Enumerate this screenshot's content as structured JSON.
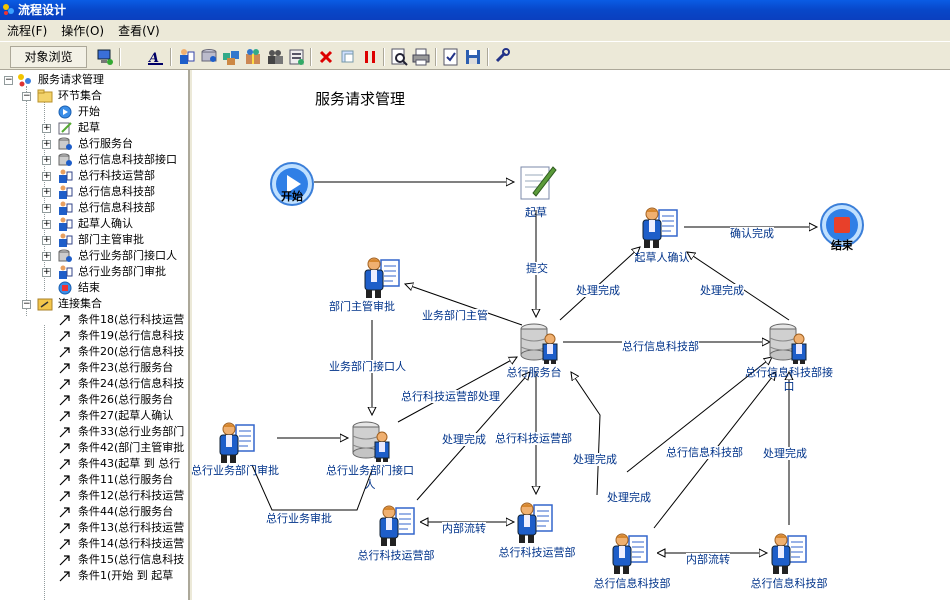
{
  "window": {
    "title": "流程设计"
  },
  "menu": [
    {
      "label": "流程(F)"
    },
    {
      "label": "操作(O)"
    },
    {
      "label": "查看(V)"
    }
  ],
  "toolbar": {
    "browse_label": "对象浏览",
    "buttons": [
      "user-icon",
      "users-icon",
      "group-icon",
      "gift-icon",
      "people-icon",
      "list-icon",
      "delete-icon",
      "copy-icon",
      "pause-icon",
      "preview-icon",
      "print-icon",
      "properties-icon",
      "save-icon",
      "tool-icon"
    ]
  },
  "tree": {
    "root": "服务请求管理",
    "node_group": "环节集合",
    "nodes": [
      "开始",
      "起草",
      "总行服务台",
      "总行信息科技部接口",
      "总行科技运营部",
      "总行信息科技部",
      "总行信息科技部",
      "起草人确认",
      "部门主管审批",
      "总行业务部门接口人",
      "总行业务部门审批",
      "结束"
    ],
    "link_group": "连接集合",
    "links": [
      "条件18(总行科技运营",
      "条件19(总行信息科技",
      "条件20(总行信息科技",
      "条件23(总行服务台",
      "条件24(总行信息科技",
      "条件26(总行服务台",
      "条件27(起草人确认",
      "条件33(总行业务部门",
      "条件42(部门主管审批",
      "条件43(起草 到 总行",
      "条件11(总行服务台",
      "条件12(总行科技运营",
      "条件44(总行服务台",
      "条件13(总行科技运营",
      "条件14(总行科技运营",
      "条件15(总行信息科技",
      "条件1(开始 到 起草"
    ]
  },
  "diagram": {
    "title": "服务请求管理",
    "nodes": {
      "start": "开始",
      "draft": "起草",
      "end": "结束",
      "confirm": "起草人确认",
      "dept_head": "部门主管审批",
      "service_desk": "总行服务台",
      "it_interface": "总行信息科技部接口",
      "biz_approve": "总行业务部门审批",
      "biz_interface": "总行业务部门接口人",
      "ops1": "总行科技运营部",
      "ops2": "总行科技运营部",
      "it1": "总行信息科技部",
      "it2": "总行信息科技部"
    },
    "edges": {
      "submit": "提交",
      "confirm_done": "确认完成",
      "done1": "处理完成",
      "done2": "处理完成",
      "biz_head": "业务部门主管",
      "it_dept": "总行信息科技部",
      "biz_contact": "业务部门接口人",
      "ops_handle": "总行科技运营部处理",
      "done3": "处理完成",
      "ops_link": "总行科技运营部",
      "done4": "处理完成",
      "it_link": "总行信息科技部",
      "done5": "处理完成",
      "done6": "处理完成",
      "biz_approve_link": "总行业务审批",
      "internal1": "内部流转",
      "internal2": "内部流转"
    }
  }
}
